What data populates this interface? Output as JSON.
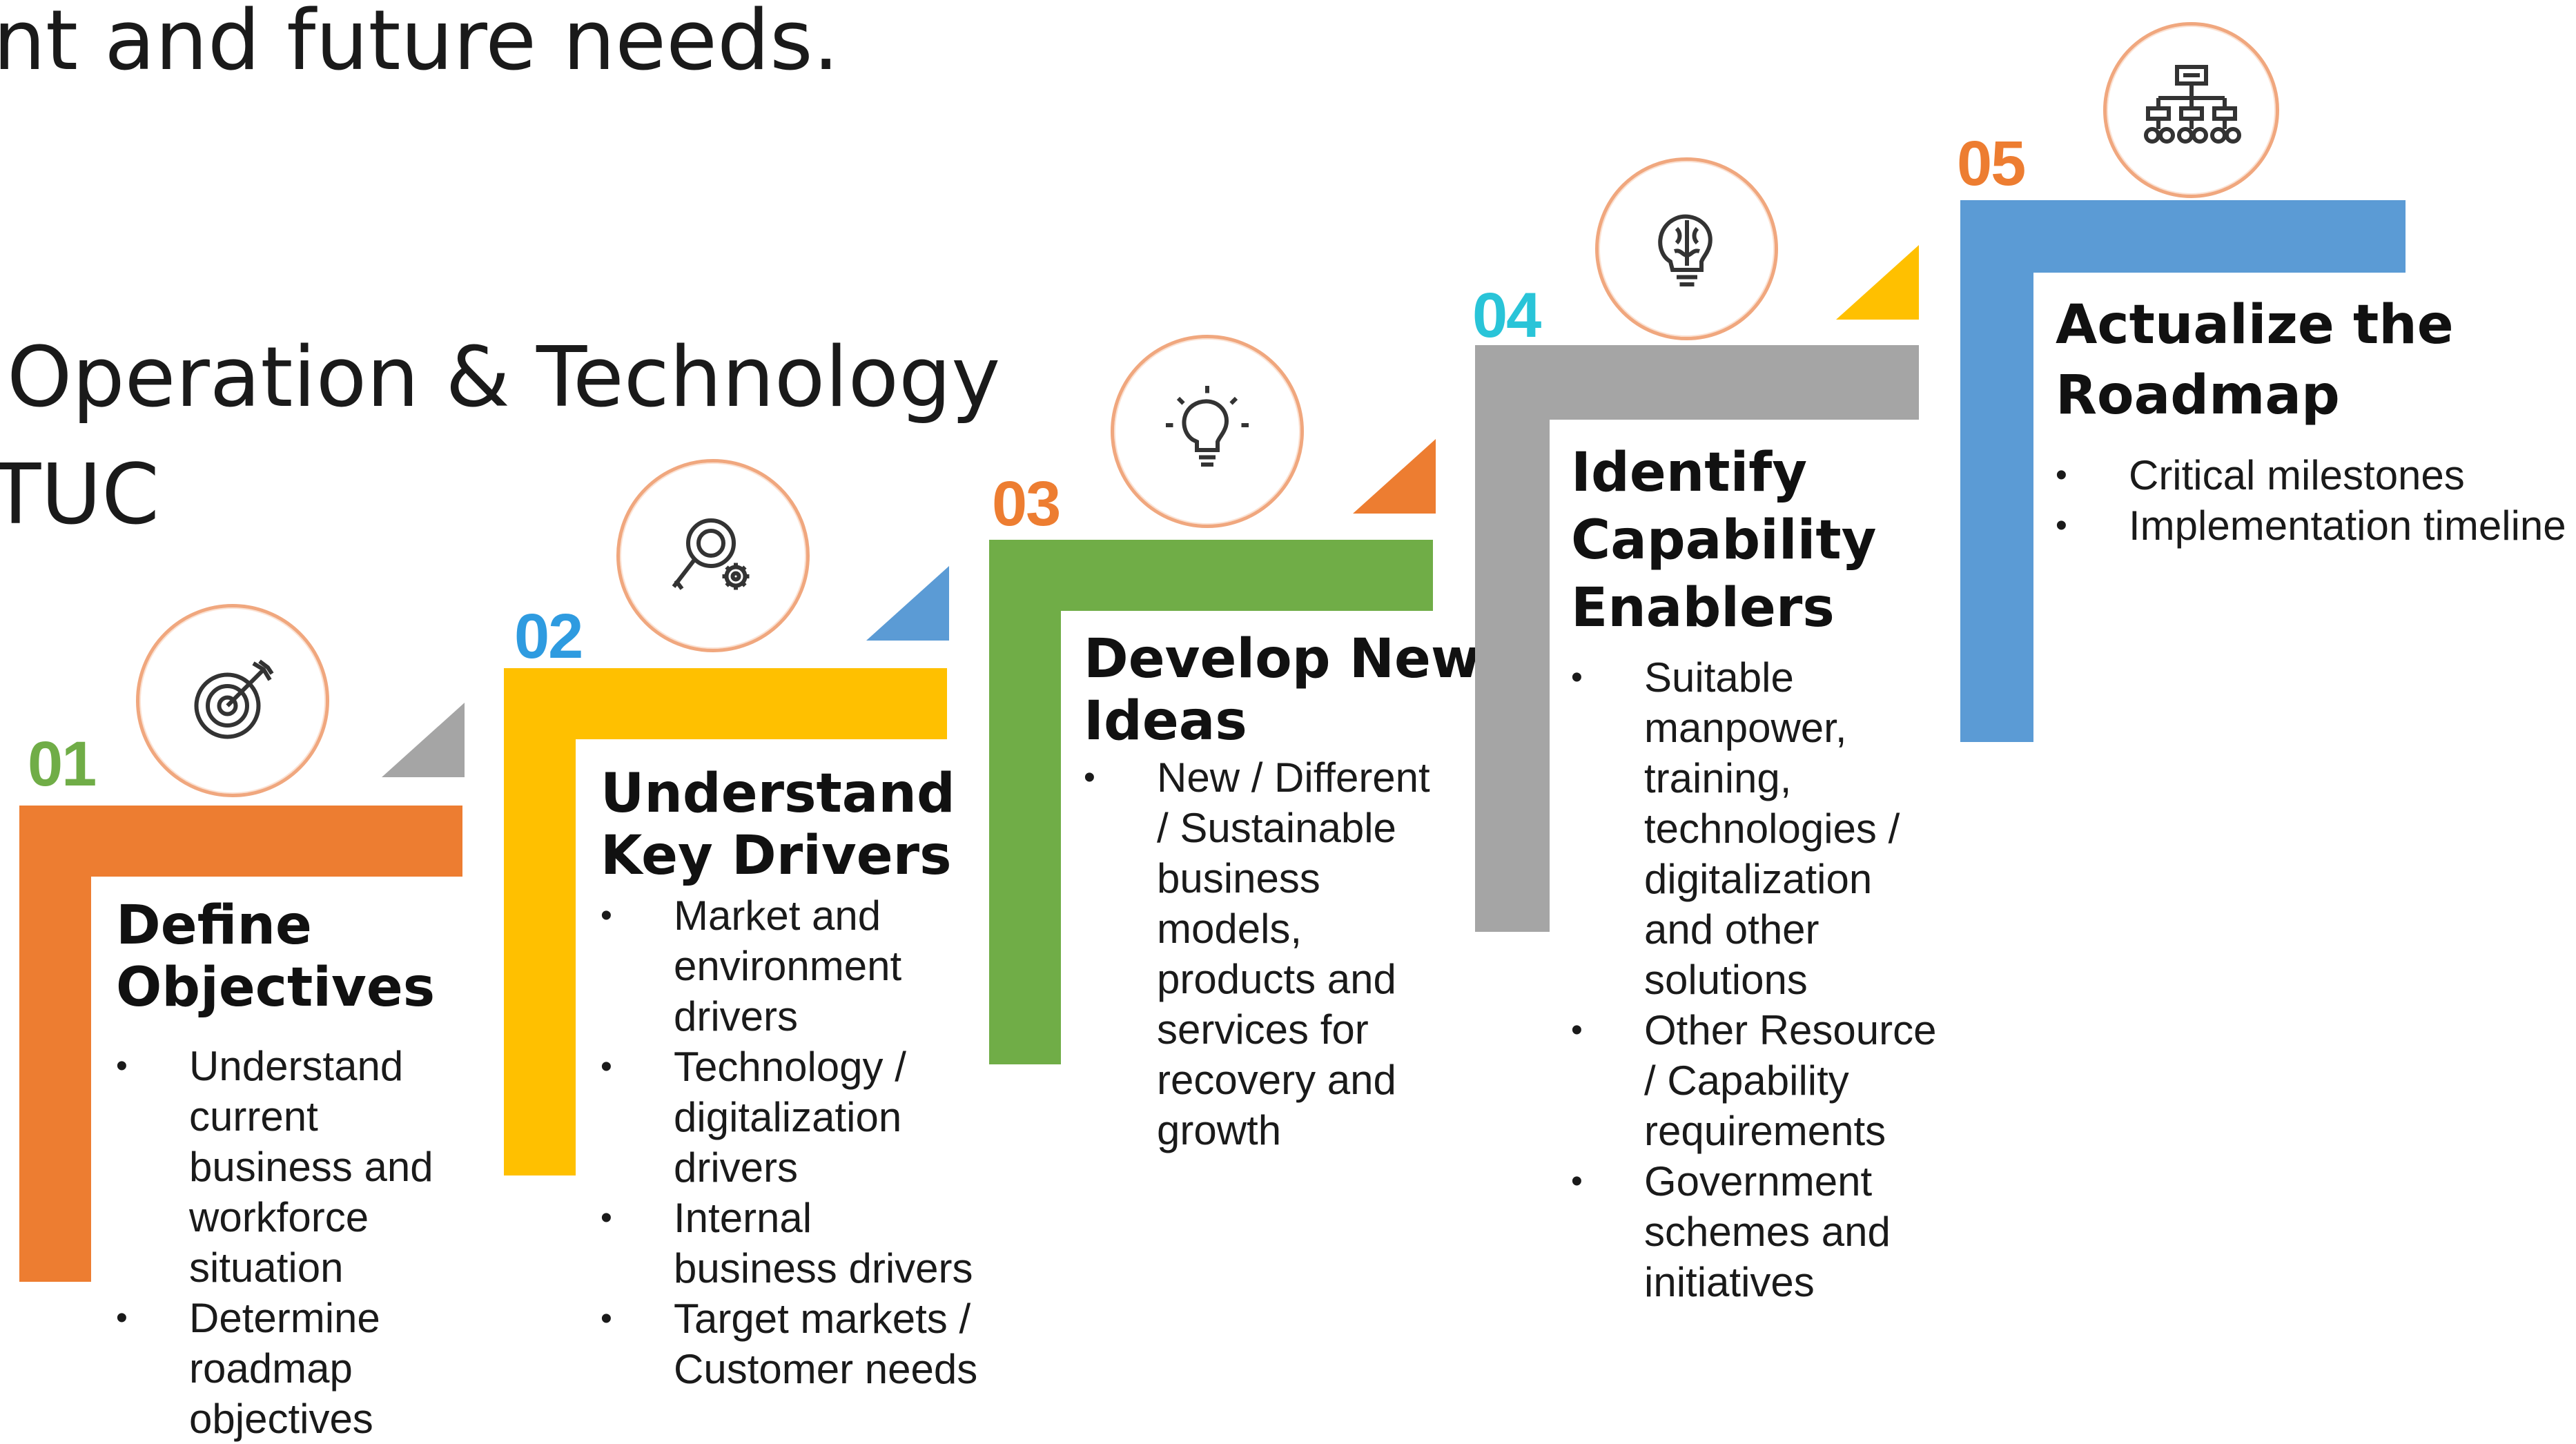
{
  "header": {
    "line1": "nt and future needs.",
    "line2": " Operation & Technology",
    "line3": "TUC"
  },
  "colors": {
    "step1": "#ED7D31",
    "step2": "#FFC000",
    "step3": "#70AD47",
    "step4": "#A5A5A5",
    "step5": "#5B9BD5",
    "num_green": "#70AD47",
    "num_blue": "#2E9BE0",
    "num_orange": "#ED7D31",
    "num_cyan": "#29C4D8"
  },
  "steps": [
    {
      "number": "01",
      "icon": "target-icon",
      "title_line1": "Define",
      "title_line2": "Objectives",
      "bullets": [
        [
          "Understand",
          "current",
          "business and",
          "workforce",
          "situation"
        ],
        [
          "Determine",
          "roadmap",
          "objectives"
        ]
      ]
    },
    {
      "number": "02",
      "icon": "magnifier-gear-icon",
      "title_line1": "Understand",
      "title_line2": "Key Drivers",
      "bullets": [
        [
          "Market and",
          "environment",
          "drivers"
        ],
        [
          "Technology /",
          "digitalization",
          "drivers"
        ],
        [
          "Internal",
          "business drivers"
        ],
        [
          "Target markets /",
          "Customer needs"
        ]
      ]
    },
    {
      "number": "03",
      "icon": "lightbulb-icon",
      "title_line1": "Develop New",
      "title_line2": "Ideas",
      "bullets": [
        [
          "New / Different",
          "/ Sustainable",
          "business",
          "models,",
          "products and",
          "services for",
          "recovery and",
          "growth"
        ]
      ]
    },
    {
      "number": "04",
      "icon": "brain-bulb-icon",
      "title_line1": "Identify",
      "title_line2": "Capability",
      "title_line3": "Enablers",
      "bullets": [
        [
          "Suitable",
          "manpower,",
          "training,",
          "technologies /",
          "digitalization",
          "and other",
          "solutions"
        ],
        [
          "Other Resource",
          "/ Capability",
          "requirements"
        ],
        [
          "Government",
          "schemes and",
          "initiatives"
        ]
      ]
    },
    {
      "number": "05",
      "icon": "hierarchy-icon",
      "title_line1": "Actualize the",
      "title_line2": "Roadmap",
      "bullets": [
        [
          "Critical milestones"
        ],
        [
          "Implementation timeline"
        ]
      ]
    }
  ]
}
